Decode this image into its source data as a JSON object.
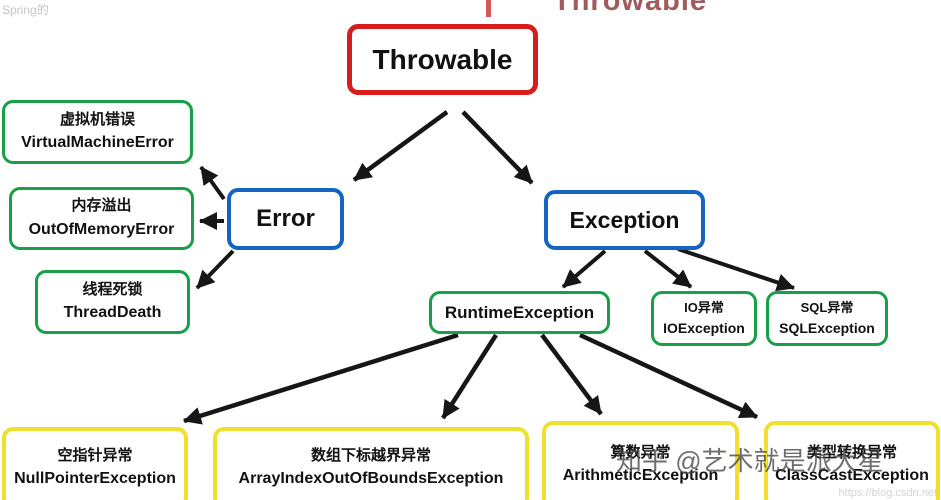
{
  "diagram": {
    "cropped_top": {
      "label": "Throwable"
    },
    "watermark_topleft": "Spring的",
    "watermark_zhihu": "知乎 @艺术就是派大星",
    "watermark_csdn": "https://blog.csdn.net",
    "colors": {
      "root_border": "#d61d1d",
      "level1_border": "#1565c0",
      "level2_border": "#1a9e47",
      "level3_border": "#f0df2c"
    },
    "nodes": {
      "throwable": {
        "label": "Throwable"
      },
      "error": {
        "label": "Error"
      },
      "exception": {
        "label": "Exception"
      },
      "virtual_machine_error": {
        "zh": "虚拟机错误",
        "en": "VirtualMachineError"
      },
      "out_of_memory_error": {
        "zh": "内存溢出",
        "en": "OutOfMemoryError"
      },
      "thread_death": {
        "zh": "线程死锁",
        "en": "ThreadDeath"
      },
      "runtime_exception": {
        "label": "RuntimeException"
      },
      "io_exception": {
        "zh": "IO异常",
        "en": "IOException"
      },
      "sql_exception": {
        "zh": "SQL异常",
        "en": "SQLException"
      },
      "null_pointer_exception": {
        "zh": "空指针异常",
        "en": "NullPointerException"
      },
      "array_index_out_of_bounds_exception": {
        "zh": "数组下标越界异常",
        "en": "ArrayIndexOutOfBoundsException"
      },
      "arithmetic_exception": {
        "zh": "算数异常",
        "en": "ArithmeticException"
      },
      "class_cast_exception": {
        "zh": "类型转换异常",
        "en": "ClassCastException"
      }
    },
    "edges": [
      {
        "from": "throwable",
        "to": "error"
      },
      {
        "from": "throwable",
        "to": "exception"
      },
      {
        "from": "error",
        "to": "virtual_machine_error"
      },
      {
        "from": "error",
        "to": "out_of_memory_error"
      },
      {
        "from": "error",
        "to": "thread_death"
      },
      {
        "from": "exception",
        "to": "runtime_exception"
      },
      {
        "from": "exception",
        "to": "io_exception"
      },
      {
        "from": "exception",
        "to": "sql_exception"
      },
      {
        "from": "runtime_exception",
        "to": "null_pointer_exception"
      },
      {
        "from": "runtime_exception",
        "to": "array_index_out_of_bounds_exception"
      },
      {
        "from": "runtime_exception",
        "to": "arithmetic_exception"
      },
      {
        "from": "runtime_exception",
        "to": "class_cast_exception"
      }
    ]
  }
}
